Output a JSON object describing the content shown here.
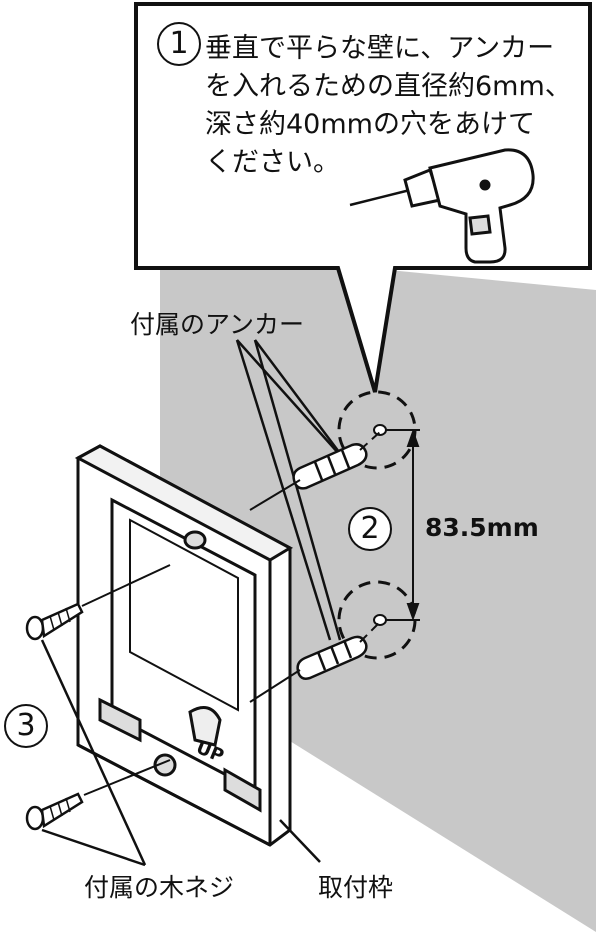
{
  "callout": {
    "step_number": "1",
    "lines": [
      "垂直で平らな壁に、アンカー",
      "を入れるための直径約6mm、",
      "深さ約40mmの穴をあけて",
      "ください。"
    ]
  },
  "labels": {
    "anchor": "付属のアンカー",
    "screws": "付属の木ネジ",
    "frame": "取付枠",
    "up_mark": "UP"
  },
  "steps": {
    "step2": "2",
    "step3": "3"
  },
  "dimension": {
    "value": "83.5mm"
  },
  "colors": {
    "wall": "#c8c8c8",
    "line": "#111111",
    "background": "#ffffff"
  },
  "icons": [
    "drill-icon",
    "anchor-icon",
    "screw-icon",
    "mounting-frame-icon"
  ]
}
